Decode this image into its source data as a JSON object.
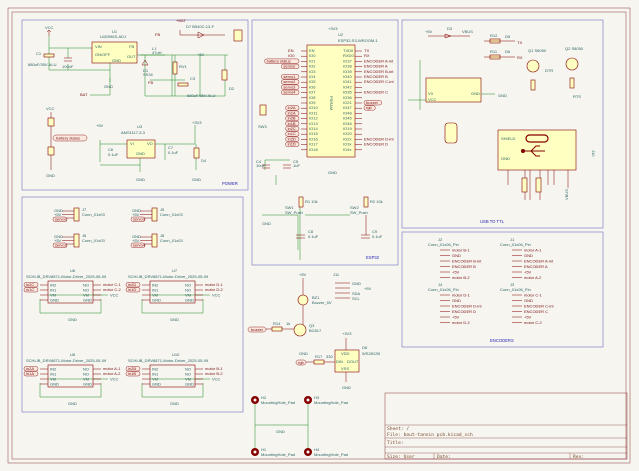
{
  "title_block": {
    "sheet": "Sheet: /",
    "file": "File: bout-tannin pcb.kicad_sch",
    "title": "Title:",
    "size": "Size: User",
    "date": "Date:",
    "rev": "Rev:"
  },
  "blocks": {
    "power": "POWER",
    "esp32": "ESP32",
    "usb": "USB TO TTL",
    "encoders": "ENCODERS"
  },
  "power": {
    "vcc": "VCC",
    "c1_ref": "C1",
    "c1_val": "680uF/35V-ALU",
    "c2_val": "100nF",
    "u1_ref": "U1",
    "u1_val": "LM2596S-ADJ",
    "u1_pins": [
      "VIN",
      "ON/OFF",
      "FB",
      "OUT",
      "GND"
    ],
    "fb": "FB",
    "bat_plus": "+BAT",
    "d7": "D7 B540C-13-F",
    "l1_ref": "L1",
    "l1_val": "47uH",
    "d1_ref": "D1",
    "d1_val": "SS34",
    "rv1": "RV1",
    "fb2": "FB",
    "c3_ref": "C3",
    "c3_val": "680uF/35V-ALU",
    "plus5v": "+5V",
    "d2": "D2",
    "gnd": "GND",
    "bat": "BAT",
    "vcc2": "VCC",
    "battery_status": "battery status",
    "gnd2": "GND",
    "u3_ref": "U3",
    "u3_val": "AMS1117-3.3",
    "u3_pins": [
      "VI",
      "VO",
      "GND"
    ],
    "plus5v_2": "+5V",
    "c6_ref": "C6",
    "c6_val": "0.1uF",
    "c7_ref": "C7",
    "c7_val": "0.1uF",
    "plus3v3": "+3V3",
    "d4": "D4",
    "gnd3": "GND",
    "gnd4": "GND"
  },
  "esp32": {
    "plus3v3": "+3V3",
    "u2_ref": "U2",
    "u2_val": "ESP32-S3-WROOM-1",
    "left_pins": [
      "EN",
      "IO0",
      "IO1",
      "IO2",
      "IO3",
      "IO4",
      "IO5",
      "IO6",
      "IO7",
      "IO8",
      "IO9",
      "IO10",
      "IO11",
      "IO12",
      "IO13",
      "IO14",
      "IO15",
      "IO16",
      "IO17",
      "IO18"
    ],
    "right_pins": [
      "TXD0",
      "RXD0",
      "IO37",
      "IO38",
      "IO39",
      "IO40",
      "IO41",
      "IO42",
      "IO35",
      "IO36",
      "IO21",
      "IO47",
      "IO48",
      "IO45",
      "IO46",
      "IO19",
      "IO20",
      "IO2x",
      "IO3x",
      "IO4x"
    ],
    "left_labels": [
      "EN",
      "IO0",
      "battery status",
      "sensor",
      "",
      "servo1",
      "servo2",
      "servo3",
      "servo4",
      "",
      "",
      "in2A",
      "in1A",
      "in2B",
      "in1B",
      "in2C",
      "in1C",
      "in2D",
      "in1D",
      ""
    ],
    "right_labels": [
      "TX",
      "RX",
      "ENCODER A-int",
      "ENCODER A",
      "ENCODER B-int",
      "ENCODER B",
      "ENCODER C-int",
      "",
      "ENCODER C",
      "",
      "buzzer",
      "rgb",
      "",
      "",
      "",
      "",
      "",
      "ENCODER D-int",
      "ENCODER D",
      ""
    ],
    "psram": "PSRAM",
    "gnd": "GND",
    "c4_ref": "C4",
    "c4_val": "10uF",
    "c5_ref": "C5",
    "c5_val": "1uF",
    "sw3": "SW3",
    "sw1_ref": "SW1",
    "sw1_val": "SW_Push",
    "sw2_ref": "SW2",
    "sw2_val": "SW_Push",
    "r1": "R1 10k",
    "r2": "R2 10k",
    "c8_ref": "C8",
    "c8_val": "0.1uF",
    "c9_ref": "C9",
    "c9_val": "0.1uF",
    "gnd_small": "GND"
  },
  "usb": {
    "plus5v": "+5V",
    "d3": "D3",
    "vbus": "VBUS",
    "r_tx": "R12",
    "r_rx": "R11",
    "d5": "D5",
    "d6": "D6",
    "tx": "TX",
    "rx": "RX",
    "q1": "Q1 S8050",
    "q2": "Q2 S8050",
    "dtr": "DTR",
    "rts": "RTS",
    "u4_pins": [
      "V3",
      "VCC",
      "GND"
    ],
    "gnd": "GND",
    "j_shield": "SHIELD",
    "j_gnd": "GND",
    "j_ref": "J10",
    "vbus2": "VBUS"
  },
  "encoders": {
    "connectors": [
      {
        "ref": "J2",
        "val": "Conn_01x06_Pin",
        "pins": [
          "motor B-1",
          "GND",
          "ENCODER B-int",
          "ENCODER B",
          "+5V",
          "motor B-2"
        ]
      },
      {
        "ref": "J1",
        "val": "Conn_01x06_Pin",
        "pins": [
          "motor A-1",
          "GND",
          "ENCODER A-int",
          "ENCODER A",
          "+5V",
          "motor A-2"
        ]
      },
      {
        "ref": "J4",
        "val": "Conn_01x06_Pin",
        "pins": [
          "motor D-1",
          "GND",
          "ENCODER D-int",
          "ENCODER D",
          "+5V",
          "motor D-2"
        ]
      },
      {
        "ref": "J3",
        "val": "Conn_01x06_Pin",
        "pins": [
          "motor C-1",
          "GND",
          "ENCODER C-int",
          "ENCODER C",
          "+5V",
          "motor C-2"
        ]
      }
    ]
  },
  "motors": {
    "servos": [
      {
        "ref": "J7",
        "val": "Conn_01x03",
        "label": "servo1"
      },
      {
        "ref": "J5",
        "val": "Conn_01x03",
        "label": "servo3"
      },
      {
        "ref": "J6",
        "val": "Conn_01x03",
        "label": "servo2"
      },
      {
        "ref": "J8",
        "val": "Conn_01x03",
        "label": "servo4"
      }
    ],
    "servo_gnd": "GND",
    "servo_5v": "+5V",
    "drivers": [
      {
        "ref": "U6",
        "val": "SCHLIB_DRV8871-Motor-Driver_2025-05-09",
        "in": [
          "in2C",
          "in1C"
        ],
        "out": [
          "motor C-1",
          "motor C-2"
        ]
      },
      {
        "ref": "U7",
        "val": "SCHLIB_DRV8871-Motor-Driver_2025-05-09",
        "in": [
          "in2D",
          "in1D"
        ],
        "out": [
          "motor D-1",
          "motor D-2"
        ]
      },
      {
        "ref": "U8",
        "val": "SCHLIB_DRV8871-Motor-Driver_2025-05-09",
        "in": [
          "in2A",
          "in1A"
        ],
        "out": [
          "motor A-1",
          "motor A-2"
        ]
      },
      {
        "ref": "U10",
        "val": "SCHLIB_DRV8871-Motor-Driver_2025-05-09",
        "in": [
          "in2B",
          "in1B"
        ],
        "out": [
          "motor B-1",
          "motor B-2"
        ]
      }
    ],
    "driver_pins_left": [
      "IN2",
      "IN1",
      "VM",
      "GND"
    ],
    "driver_pins_right": [
      "NO",
      "NO",
      "VM",
      "GND"
    ],
    "vcc": "VCC",
    "gnd": "GND"
  },
  "misc": {
    "plus5v": "+5V",
    "bz_ref": "BZ1",
    "bz_val": "Buzzer_5V",
    "buzzer": "buzzer",
    "r_buz": "R14",
    "r_buz_val": "1k",
    "q_ref": "Q3",
    "q_val": "BC817",
    "j11": "J11",
    "j11_pins": [
      "GND",
      "+5V",
      "SDA",
      "SCL"
    ],
    "plus3v3": "+3V3",
    "gnd": "GND",
    "rgb": "rgb",
    "r_rgb": "R17",
    "r_rgb_val": "330",
    "d8_ref": "D8",
    "d8_val": "WS2812B",
    "d8_pins": [
      "VDD",
      "DIN",
      "DOUT",
      "VSS"
    ],
    "gnd2": "GND",
    "holes": [
      {
        "ref": "H2",
        "val": "MountingHole_Pad"
      },
      {
        "ref": "H3",
        "val": "MountingHole_Pad"
      },
      {
        "ref": "H1",
        "val": "MountingHole_Pad"
      },
      {
        "ref": "H4",
        "val": "MountingHole_Pad"
      }
    ],
    "hole_gnd": "GND"
  }
}
